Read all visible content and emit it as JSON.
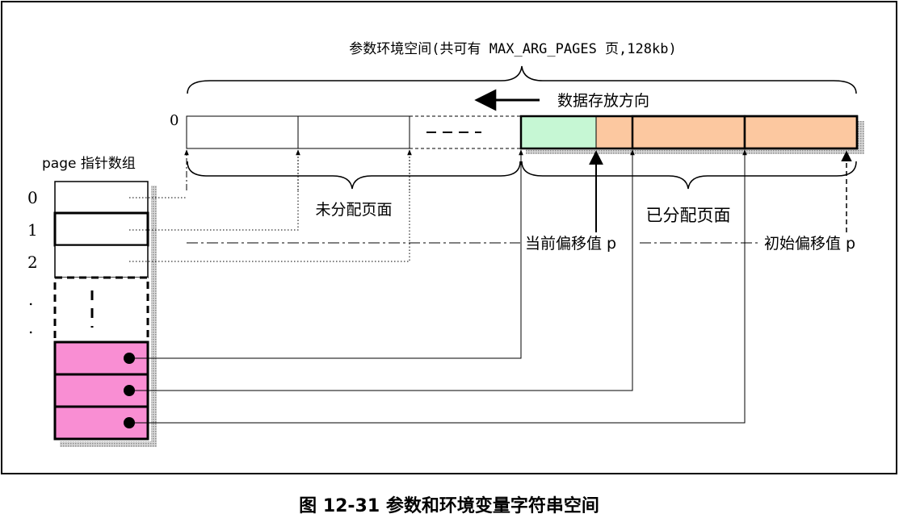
{
  "title_label": "参数环境空间(共可有 MAX_ARG_PAGES 页,128kb)",
  "direction_label": "数据存放方向",
  "zero_label": "0",
  "array_label": "page 指针数组",
  "index_labels": [
    "0",
    "1",
    "2",
    ".",
    "."
  ],
  "unallocated_label": "未分配页面",
  "allocated_label": "已分配页面",
  "current_offset_label": "当前偏移值 p",
  "initial_offset_label": "初始偏移值 p",
  "caption": "图 12-31 参数和环境变量字符串空间",
  "colors": {
    "used_green": "#c6f7d4",
    "used_orange": "#fcc8a0",
    "pointer_pink": "#f98ed3",
    "shadow": "#b0b0b0",
    "line": "#000000"
  }
}
